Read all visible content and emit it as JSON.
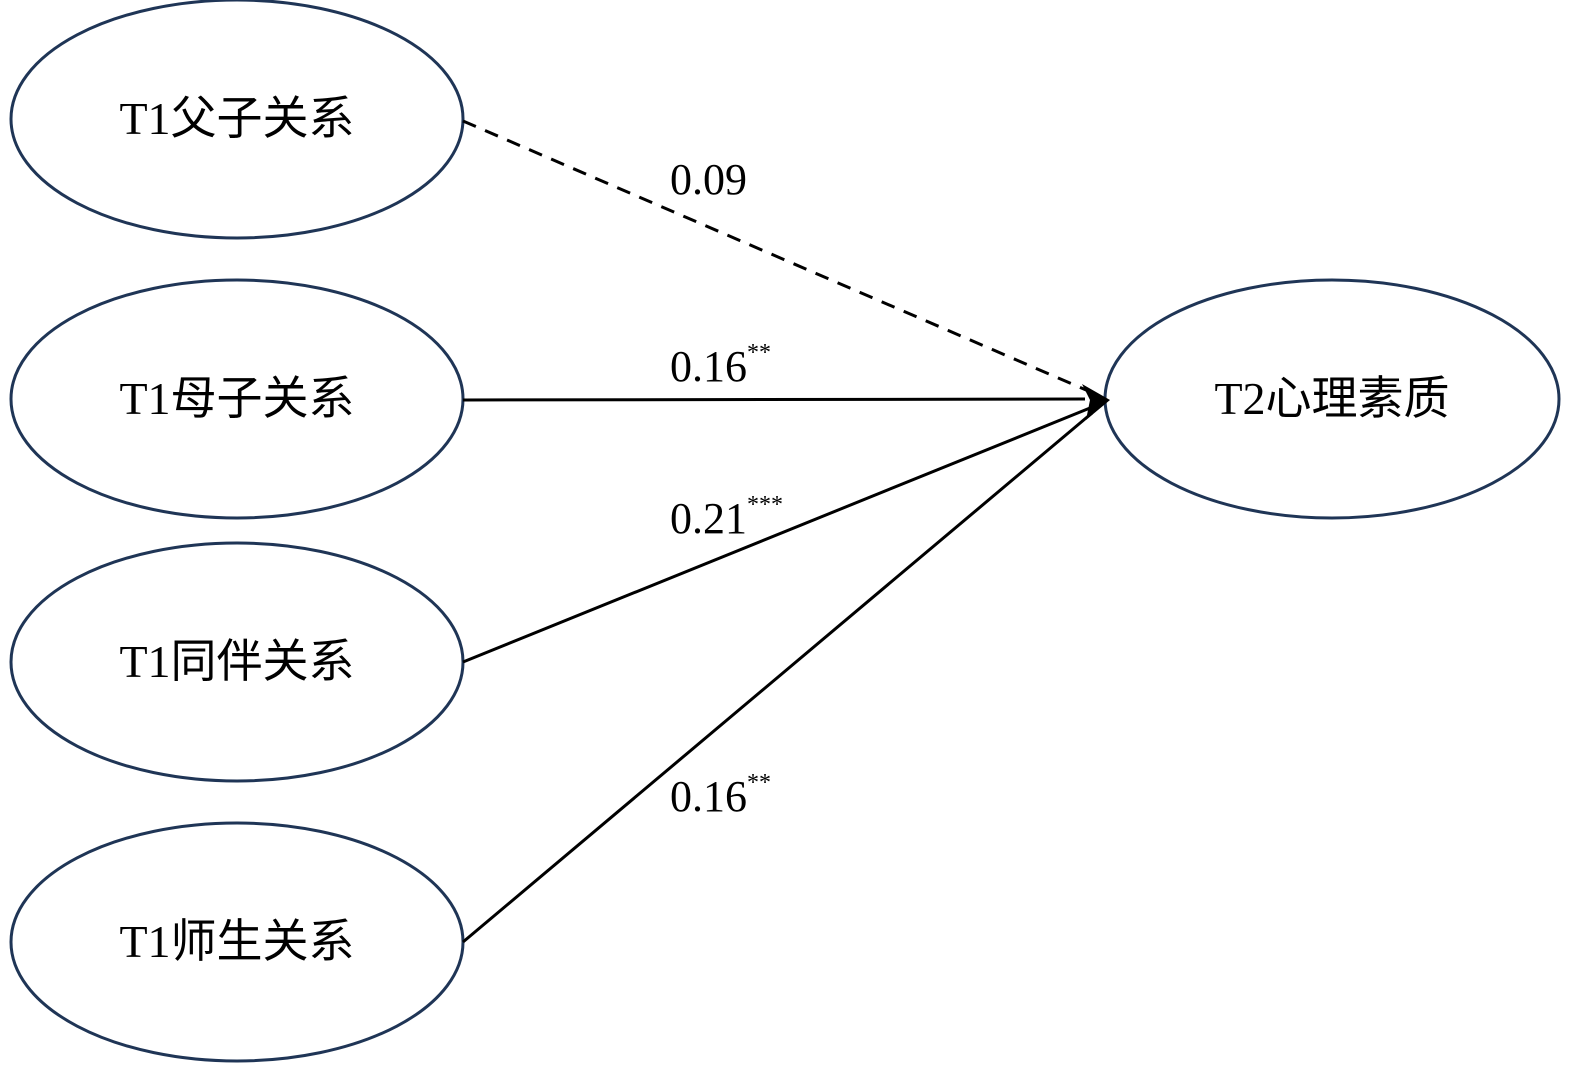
{
  "nodes": {
    "father": "T1父子关系",
    "mother": "T1母子关系",
    "peer": "T1同伴关系",
    "teacher": "T1师生关系",
    "outcome": "T2心理素质"
  },
  "paths": {
    "father": {
      "coef": "0.09",
      "sig": "",
      "style": "dashed"
    },
    "mother": {
      "coef": "0.16",
      "sig": "**",
      "style": "solid"
    },
    "peer": {
      "coef": "0.21",
      "sig": "***",
      "style": "solid"
    },
    "teacher": {
      "coef": "0.16",
      "sig": "**",
      "style": "solid"
    }
  },
  "colors": {
    "ellipse_stroke": "#1f3556",
    "line": "#000000"
  }
}
